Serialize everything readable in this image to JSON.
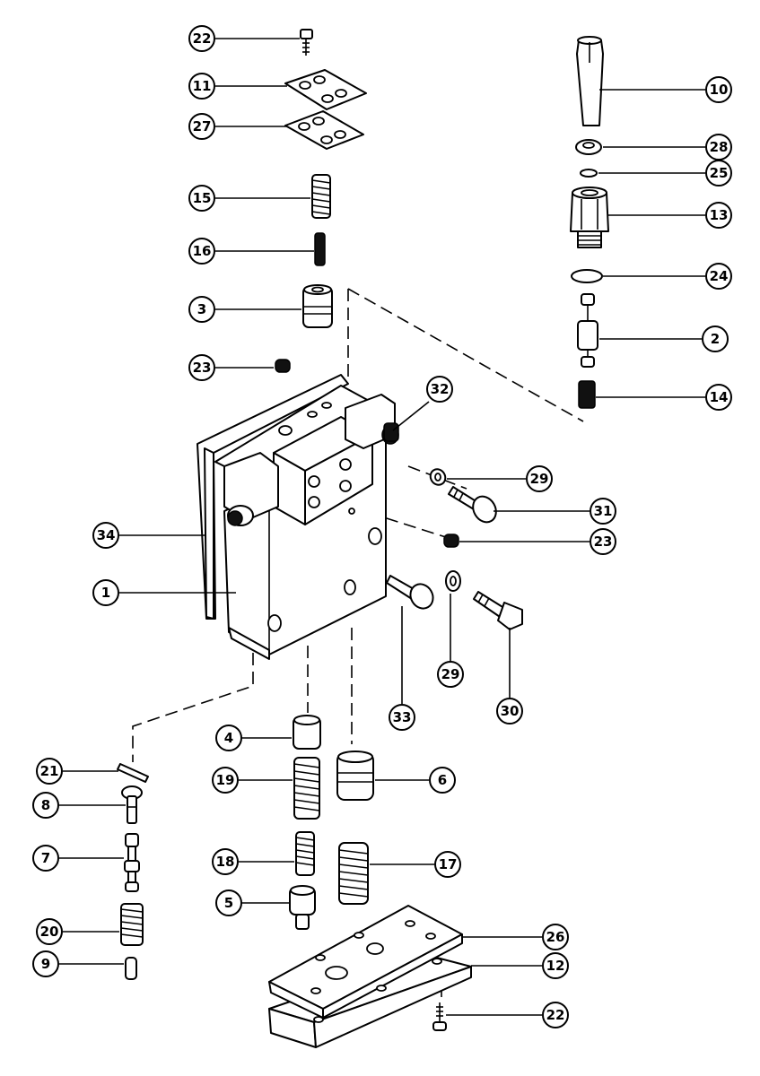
{
  "diagram": {
    "colors": {
      "ink": "#000000",
      "paper": "#ffffff"
    },
    "callouts": [
      {
        "id": "c22a",
        "label": "22"
      },
      {
        "id": "c11",
        "label": "11"
      },
      {
        "id": "c27",
        "label": "27"
      },
      {
        "id": "c15",
        "label": "15"
      },
      {
        "id": "c16",
        "label": "16"
      },
      {
        "id": "c3",
        "label": "3"
      },
      {
        "id": "c23a",
        "label": "23"
      },
      {
        "id": "c34",
        "label": "34"
      },
      {
        "id": "c1",
        "label": "1"
      },
      {
        "id": "c32",
        "label": "32"
      },
      {
        "id": "c29a",
        "label": "29"
      },
      {
        "id": "c31",
        "label": "31"
      },
      {
        "id": "c23b",
        "label": "23"
      },
      {
        "id": "c29b",
        "label": "29"
      },
      {
        "id": "c33",
        "label": "33"
      },
      {
        "id": "c30",
        "label": "30"
      },
      {
        "id": "c10",
        "label": "10"
      },
      {
        "id": "c28",
        "label": "28"
      },
      {
        "id": "c25",
        "label": "25"
      },
      {
        "id": "c13",
        "label": "13"
      },
      {
        "id": "c24",
        "label": "24"
      },
      {
        "id": "c2",
        "label": "2"
      },
      {
        "id": "c14",
        "label": "14"
      },
      {
        "id": "c4",
        "label": "4"
      },
      {
        "id": "c19",
        "label": "19"
      },
      {
        "id": "c6",
        "label": "6"
      },
      {
        "id": "c21",
        "label": "21"
      },
      {
        "id": "c8",
        "label": "8"
      },
      {
        "id": "c7",
        "label": "7"
      },
      {
        "id": "c18",
        "label": "18"
      },
      {
        "id": "c17",
        "label": "17"
      },
      {
        "id": "c5",
        "label": "5"
      },
      {
        "id": "c20",
        "label": "20"
      },
      {
        "id": "c9",
        "label": "9"
      },
      {
        "id": "c26",
        "label": "26"
      },
      {
        "id": "c12",
        "label": "12"
      },
      {
        "id": "c22b",
        "label": "22"
      }
    ]
  }
}
